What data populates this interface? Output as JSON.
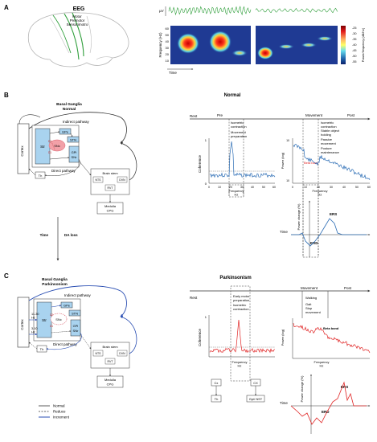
{
  "panel_a": {
    "letter": "A",
    "title": "EEG",
    "brain_labels": [
      "Motor",
      "Premotor",
      "Sensorimotro"
    ],
    "uv_label": "µV",
    "y_axis_label": "Frequency (Hz)",
    "y_ticks": [
      "60",
      "50",
      "40",
      "30",
      "20",
      "10"
    ],
    "time_label": "Time",
    "colorbar_label": "Power/frequency (dB/Hz)",
    "colorbar_ticks": [
      "-25",
      "-30",
      "-35",
      "-40",
      "-45",
      "-50",
      "-55"
    ],
    "colors": {
      "signal": "#2e9e3a",
      "hot": "#d7191c",
      "cold": "#1f3a93"
    }
  },
  "panel_b": {
    "letter": "B",
    "title_line1": "Basal Ganglia",
    "title_line2": "Normal",
    "right_title": "Normal",
    "nodes": {
      "cortex": "Cortex",
      "str": "Str",
      "gpe": "GPe",
      "stn": "STN",
      "snc": "SNc",
      "gpi": "GPi",
      "snr": "SNr",
      "th": "Th",
      "brainstem": "Brain stem",
      "nts": "NTS",
      "dvn": "DVN",
      "rvt": "RVT",
      "medulla1": "Medulla",
      "medulla2": "CPG"
    },
    "pathways": {
      "indirect": "Indirect pathway",
      "direct": "Direct pathway",
      "d1": "D1",
      "d2": "D2"
    },
    "timeline": {
      "rest": "Rest",
      "pre": "Pre",
      "movement": "Movement",
      "post": "Post"
    },
    "coherence": {
      "y_label": "Coherence",
      "x_label_1": "Frequency",
      "x_label_2": "Hz",
      "x_ticks": [
        "0",
        "10",
        "20",
        "30",
        "40",
        "50",
        "60"
      ],
      "y_tick_top": "1",
      "y_tick_bottom": "0",
      "annot": [
        "Isometric",
        "contraction",
        "Movement",
        "preparation"
      ]
    },
    "power": {
      "y_label": "Power (log)",
      "y_tick_top": "10",
      "y_tick_bottom": "10",
      "x_label_1": "Frequency",
      "x_label_2": "Hz",
      "x_ticks": [
        "0",
        "10",
        "20",
        "30",
        "40",
        "50",
        "60"
      ],
      "band_label": "Beta band",
      "annot": [
        "Isometric",
        "contraction",
        "Stable object",
        "holding",
        "Passive",
        "movement",
        "Posture",
        "maintenance"
      ]
    },
    "erd": {
      "y_label": "Power change (%)",
      "time_label": "Time",
      "erd": "ERD",
      "ers": "ERS"
    },
    "da_loss_label": "DA loss",
    "time_arrow_label": "Time"
  },
  "panel_c": {
    "letter": "C",
    "title_line1": "Basal Ganglia",
    "title_line2": "Parkinsonism",
    "right_title": "Parkinsonism",
    "band_in_1": "11-30",
    "band_in_2": "Hz",
    "band_in_3": "3-10",
    "band_in_4": "Hz",
    "timeline": {
      "rest": "Rest",
      "movement": "Movement",
      "post": "Post"
    },
    "coherence": {
      "y_label": "Coherence",
      "y_tick_top": "1",
      "x_label_1": "Frequency",
      "x_label_2": "Hz",
      "annot": [
        "Early motor",
        "preparation",
        "Isometric",
        "contraction"
      ]
    },
    "power": {
      "y_label": "Power (log)",
      "band_label": "Beta band",
      "annot": [
        "Walking",
        "Gait",
        "Stop",
        "movement"
      ],
      "x_label_1": "Frequency",
      "x_label_2": "Hz"
    },
    "loops": {
      "cx1": "Cx",
      "th": "Th",
      "cx2": "CX",
      "gpi": "Gpi/ NST"
    },
    "erd": {
      "y_label": "Power change (%)",
      "time_label": "Time",
      "erd": "ERD",
      "ers": "ERS"
    }
  },
  "legend": {
    "items": [
      {
        "label": "Normal",
        "style": "solid",
        "color": "#333333"
      },
      {
        "label": "Reduce",
        "style": "dashed",
        "color": "#333333"
      },
      {
        "label": "Increment",
        "style": "solid",
        "color": "#2b4fb3"
      }
    ]
  },
  "colors": {
    "normal_trace": "#2c6db5",
    "parkinson_trace": "#e02424",
    "box_fill": "#a9d3ef",
    "snc_fill": "#f2a1a8",
    "increment": "#2b4fb3"
  }
}
